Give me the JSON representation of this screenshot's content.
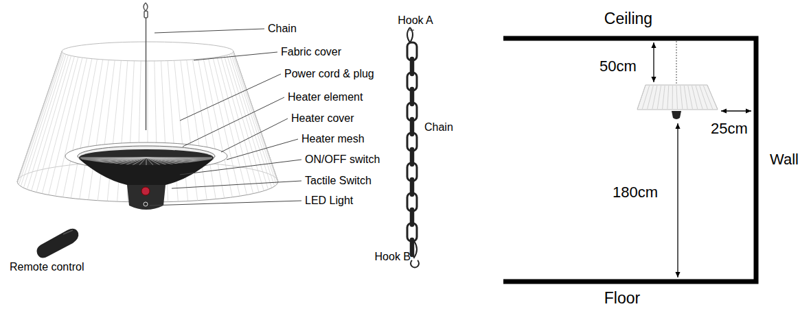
{
  "diagram": {
    "labels": [
      "Chain",
      "Fabric cover",
      "Power cord & plug",
      "Heater element",
      "Heater cover",
      "Heater mesh",
      "ON/OFF switch",
      "Tactile Switch",
      "LED Light",
      "Remote control",
      "Hook A",
      "Chain",
      "Hook B",
      "Ceiling",
      "50cm",
      "25cm",
      "Wall",
      "180cm",
      "Floor"
    ]
  }
}
